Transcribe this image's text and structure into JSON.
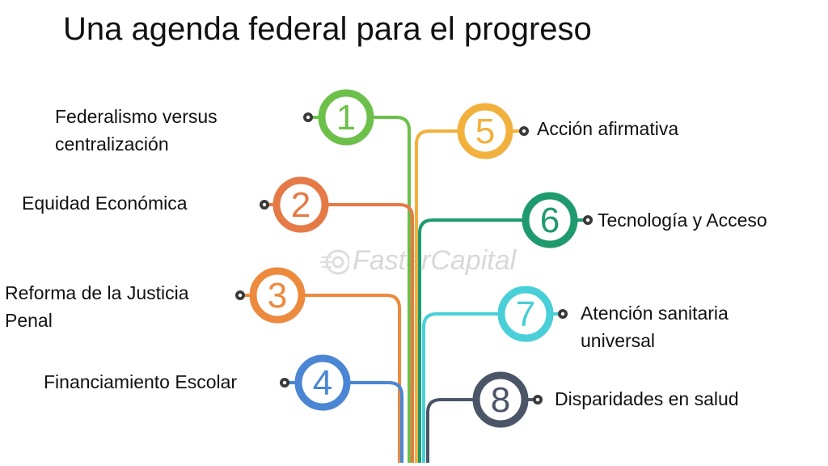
{
  "title": "Una agenda federal para el progreso",
  "watermark": "FasterCapital",
  "items": [
    {
      "number": "1",
      "label_lines": [
        "Federalismo versus",
        "centralización"
      ],
      "color": "#6cc04a"
    },
    {
      "number": "2",
      "label_lines": [
        "Equidad Económica"
      ],
      "color": "#e57a47"
    },
    {
      "number": "3",
      "label_lines": [
        "Reforma de la Justicia",
        "Penal"
      ],
      "color": "#ec8a3e"
    },
    {
      "number": "4",
      "label_lines": [
        "Financiamiento Escolar"
      ],
      "color": "#4a86d4"
    },
    {
      "number": "5",
      "label_lines": [
        "Acción afirmativa"
      ],
      "color": "#f1b13c"
    },
    {
      "number": "6",
      "label_lines": [
        "Tecnología y Acceso"
      ],
      "color": "#1f9a6e"
    },
    {
      "number": "7",
      "label_lines": [
        "Atención sanitaria",
        "universal"
      ],
      "color": "#48cfd8"
    },
    {
      "number": "8",
      "label_lines": [
        "Disparidades en salud"
      ],
      "color": "#4a5568"
    }
  ]
}
